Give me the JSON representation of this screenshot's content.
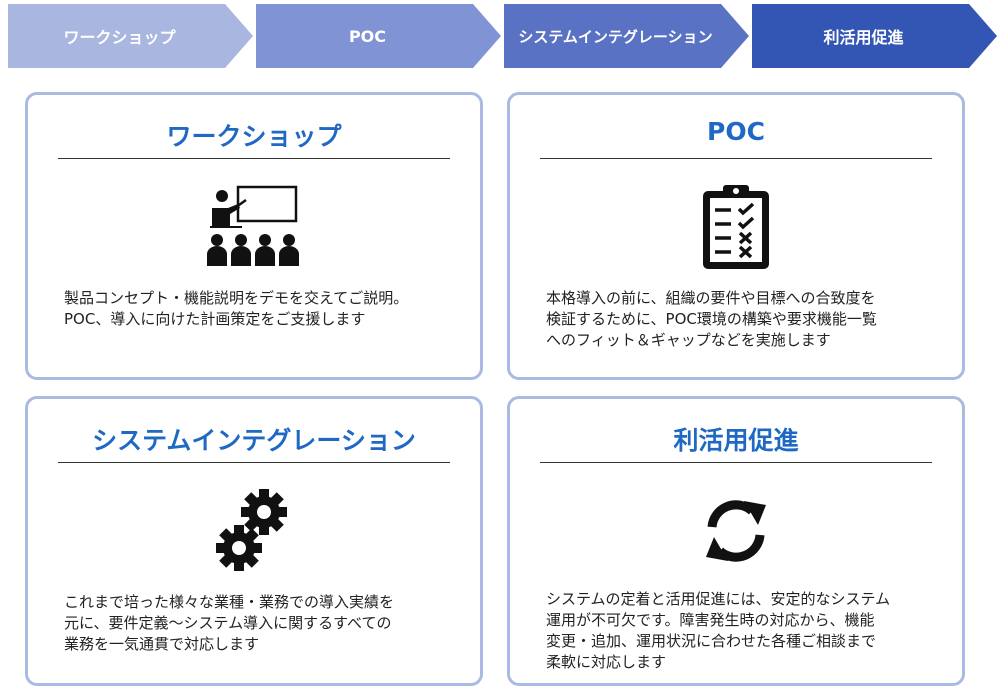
{
  "steps": [
    {
      "label": "ワークショップ"
    },
    {
      "label": "POC"
    },
    {
      "label": "システムインテグレーション"
    },
    {
      "label": "利活用促進"
    }
  ],
  "cards": [
    {
      "title": "ワークショップ",
      "icon": "presentation-icon",
      "lines": [
        "製品コンセプト・機能説明をデモを交えてご説明。",
        "POC、導入に向けた計画策定をご支援します"
      ]
    },
    {
      "title": "POC",
      "icon": "clipboard-checklist-icon",
      "lines": [
        "本格導入の前に、組織の要件や目標への合致度を",
        "検証するために、POC環境の構築や要求機能一覧",
        "へのフィット＆ギャップなどを実施します"
      ]
    },
    {
      "title": "システムインテグレーション",
      "icon": "gears-icon",
      "lines": [
        "これまで培った様々な業種・業務での導入実績を",
        "元に、要件定義～システム導入に関するすべての",
        "業務を一気通貫で対応します"
      ]
    },
    {
      "title": "利活用促進",
      "icon": "refresh-icon",
      "lines": [
        "システムの定着と活用促進には、安定的なシステム",
        "運用が不可欠です。障害発生時の対応から、機能",
        "変更・追加、運用状況に合わせた各種ご相談まで",
        "柔軟に対応します"
      ]
    }
  ],
  "colors": {
    "title": "#1f69c4",
    "border": "#a9bbe3",
    "step1": "#a9b6e0",
    "step2": "#8093d4",
    "step3": "#5a72c4",
    "step4": "#3355b3"
  }
}
